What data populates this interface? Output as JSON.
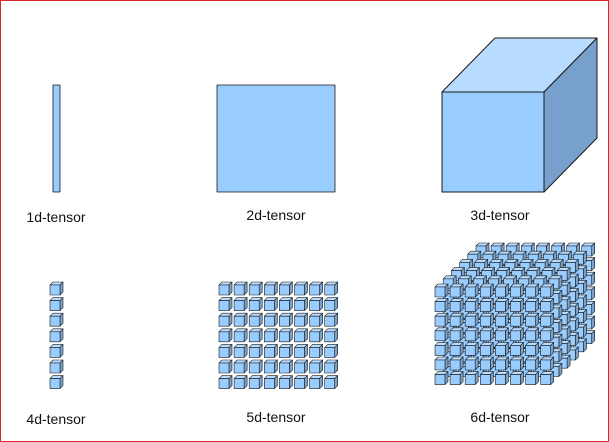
{
  "labels": {
    "t1": "1d-tensor",
    "t2": "2d-tensor",
    "t3": "3d-tensor",
    "t4": "4d-tensor",
    "t5": "5d-tensor",
    "t6": "6d-tensor"
  },
  "colors": {
    "face_front": "#99ccff",
    "face_top": "#b8dcff",
    "face_side": "#7aa3cc",
    "cube_side": "#77a0cc",
    "stroke": "#1a1a1a",
    "frame_border": "#d9262b"
  }
}
